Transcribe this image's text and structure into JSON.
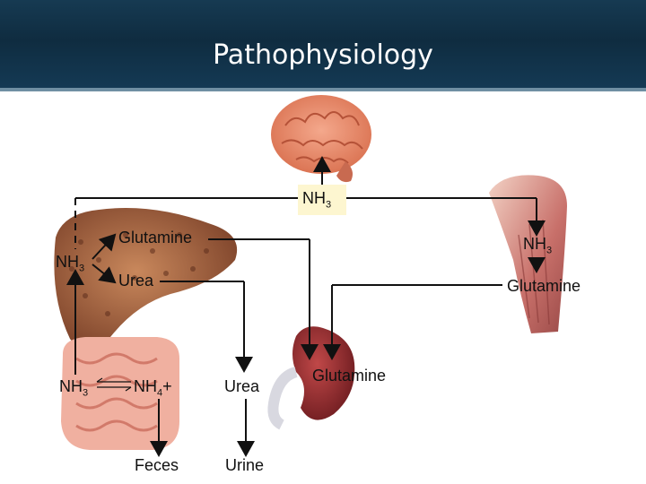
{
  "title": "Pathophysiology",
  "labels": {
    "nh3_brain": "NH",
    "nh3_brain_sub": "3",
    "glutamine_liver": "Glutamine",
    "nh3_liver": "NH",
    "nh3_liver_sub": "3",
    "urea_liver": "Urea",
    "nh3_muscle": "NH",
    "nh3_muscle_sub": "3",
    "glutamine_muscle": "Glutamine",
    "nh3_gut": "NH",
    "nh3_gut_sub": "3",
    "nh4_gut": "NH",
    "nh4_gut_sub": "4",
    "nh4_gut_plus": "+",
    "urea_kidney": "Urea",
    "glutamine_kidney": "Glutamine",
    "feces": "Feces",
    "urine": "Urine"
  },
  "colors": {
    "banner": "#143a55",
    "nh3_box": "#fdf6d0",
    "brain": "#e8876a",
    "liver": "#9b5a3a",
    "kidney": "#8e2a2a",
    "muscle": "#d48a80",
    "intestine": "#e8a090"
  }
}
